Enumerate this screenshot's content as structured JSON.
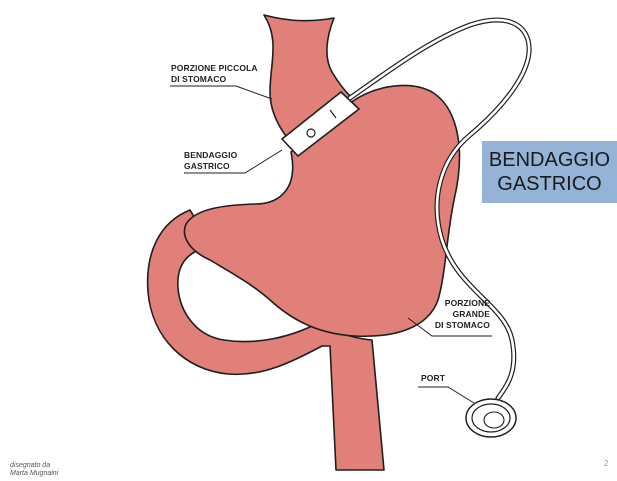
{
  "labels": {
    "small_stomach": {
      "line1": "PORZIONE PICCOLA",
      "line2": "DI STOMACO"
    },
    "band": {
      "line1": "BENDAGGIO",
      "line2": "GASTRICO"
    },
    "large_stomach": {
      "line1": "PORZIONE",
      "line2": "GRANDE",
      "line3": "DI STOMACO"
    },
    "port": "PORT"
  },
  "title_box": {
    "line1": "BENDAGGIO",
    "line2": "GASTRICO"
  },
  "credit": {
    "line1": "disegnato da",
    "line2": "Marta Mugnaini"
  },
  "page_number": "2",
  "colors": {
    "stomach_fill": "#e08078",
    "outline": "#1f1f1f",
    "title_box_bg": "#95b3d7",
    "band_fill": "#ffffff"
  }
}
